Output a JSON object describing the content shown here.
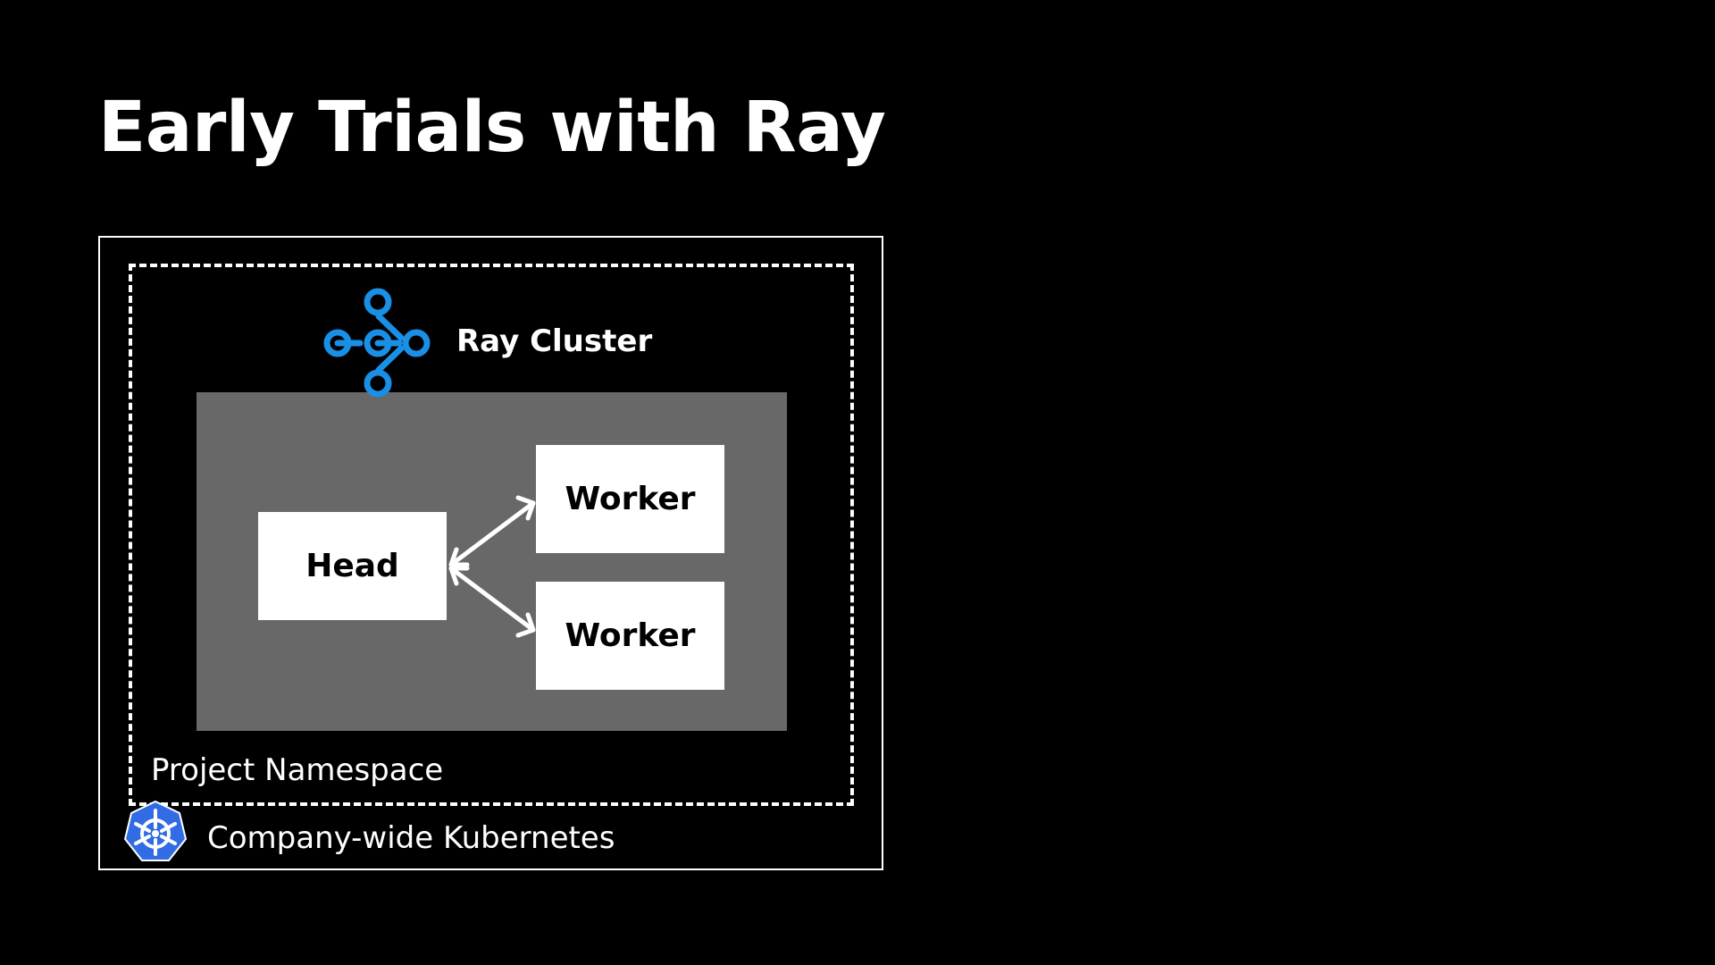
{
  "slide": {
    "title": "Early Trials with Ray"
  },
  "diagram": {
    "outer_frame_label": "Company-wide Kubernetes",
    "inner_frame_label": "Project Namespace",
    "cluster_label": "Ray Cluster",
    "head_label": "Head",
    "workers": [
      {
        "label": "Worker"
      },
      {
        "label": "Worker"
      }
    ],
    "connections": [
      {
        "from": "Head",
        "to": "Worker",
        "direction": "bidirectional"
      },
      {
        "from": "Head",
        "to": "Worker",
        "direction": "bidirectional"
      }
    ]
  },
  "icons": {
    "ray": "ray-logo-icon",
    "kubernetes": "kubernetes-logo-icon"
  },
  "colors": {
    "background": "#000000",
    "cluster_fill": "#686868",
    "ray_blue": "#1a8fe6",
    "kubernetes_blue": "#326ce5"
  }
}
